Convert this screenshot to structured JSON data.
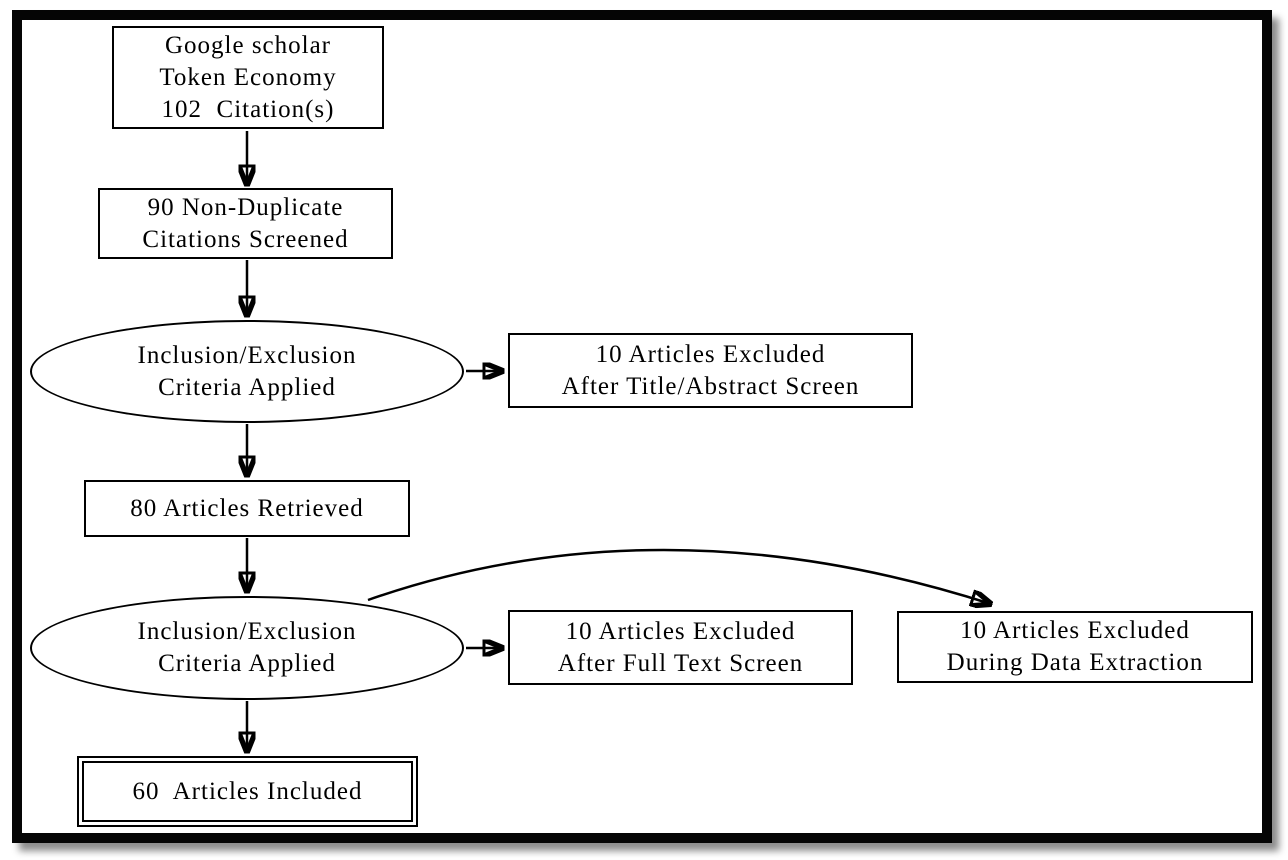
{
  "diagram": {
    "colors": {
      "stroke": "#000000",
      "background": "#ffffff",
      "frame": "#050505"
    },
    "nodes": [
      {
        "id": "google-scholar-source",
        "shape": "rect",
        "label": "Google scholar\nToken Economy\n102  Citation(s)"
      },
      {
        "id": "non-duplicate-screened",
        "shape": "rect",
        "label": "90 Non-Duplicate\nCitations Screened"
      },
      {
        "id": "criteria-applied-1",
        "shape": "ellipse",
        "label": "Inclusion/Exclusion\nCriteria Applied"
      },
      {
        "id": "excluded-title-abstract",
        "shape": "rect",
        "label": "10 Articles Excluded\nAfter Title/Abstract Screen"
      },
      {
        "id": "articles-retrieved",
        "shape": "rect",
        "label": "80 Articles Retrieved"
      },
      {
        "id": "criteria-applied-2",
        "shape": "ellipse",
        "label": "Inclusion/Exclusion\nCriteria Applied"
      },
      {
        "id": "excluded-full-text",
        "shape": "rect",
        "label": "10 Articles Excluded\nAfter Full Text Screen"
      },
      {
        "id": "excluded-data-extraction",
        "shape": "rect",
        "label": "10 Articles Excluded\nDuring Data Extraction"
      },
      {
        "id": "articles-included",
        "shape": "double-rect",
        "label": "60  Articles Included"
      }
    ],
    "edges": [
      {
        "from": "google-scholar-source",
        "to": "non-duplicate-screened"
      },
      {
        "from": "non-duplicate-screened",
        "to": "criteria-applied-1"
      },
      {
        "from": "criteria-applied-1",
        "to": "excluded-title-abstract"
      },
      {
        "from": "criteria-applied-1",
        "to": "articles-retrieved"
      },
      {
        "from": "articles-retrieved",
        "to": "criteria-applied-2"
      },
      {
        "from": "criteria-applied-2",
        "to": "excluded-full-text"
      },
      {
        "from": "criteria-applied-2",
        "to": "excluded-data-extraction"
      },
      {
        "from": "criteria-applied-2",
        "to": "articles-included"
      }
    ]
  }
}
